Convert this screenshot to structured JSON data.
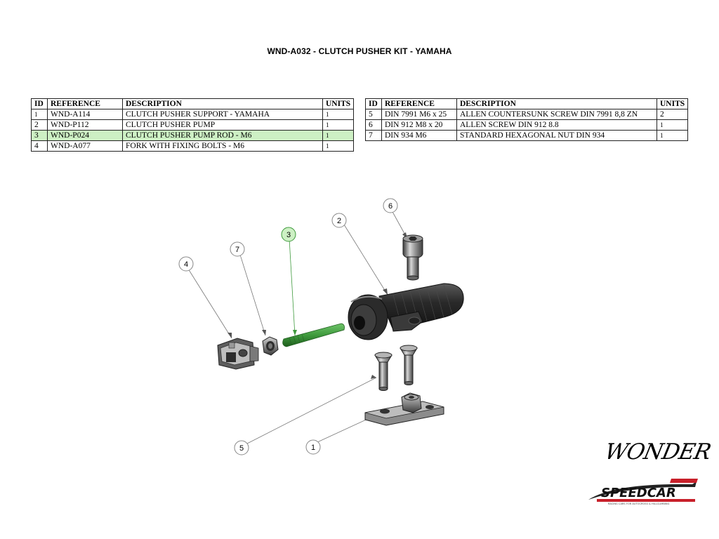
{
  "title": "WND-A032 - CLUTCH PUSHER KIT - YAMAHA",
  "table_headers": {
    "id": "ID",
    "reference": "REFERENCE",
    "description": "DESCRIPTION",
    "units": "UNITS"
  },
  "left_rows": [
    {
      "id": "1",
      "reference": "WND-A114",
      "description": "CLUTCH PUSHER SUPPORT - YAMAHA",
      "units": "1"
    },
    {
      "id": "2",
      "reference": "WND-P112",
      "description": "CLUTCH PUSHER PUMP",
      "units": "1"
    },
    {
      "id": "3",
      "reference": "WND-P024",
      "description": "CLUTCH PUSHER PUMP ROD - M6",
      "units": "1"
    },
    {
      "id": "4",
      "reference": "WND-A077",
      "description": "FORK WITH FIXING BOLTS - M6",
      "units": "1"
    }
  ],
  "right_rows": [
    {
      "id": "5",
      "reference": "DIN 7991 M6 x 25",
      "description": "ALLEN COUNTERSUNK SCREW DIN 7991 8,8 ZN",
      "units": "2"
    },
    {
      "id": "6",
      "reference": "DIN 912 M8 x 20",
      "description": "ALLEN SCREW DIN 912 8.8",
      "units": "1"
    },
    {
      "id": "7",
      "reference": "DIN 934 M6",
      "description": "STANDARD HEXAGONAL NUT DIN 934",
      "units": "1"
    }
  ],
  "callouts": [
    "1",
    "2",
    "3",
    "4",
    "5",
    "6",
    "7"
  ],
  "highlight_color": "#cdf0c4",
  "rod_color": "#3f9a3d",
  "logos": {
    "wonder": "WONDER",
    "speedcar": "SPEEDCAR",
    "speedcar_tagline": "RACING CARS FOR AUTOCROSS & HILLCLIMBING"
  }
}
